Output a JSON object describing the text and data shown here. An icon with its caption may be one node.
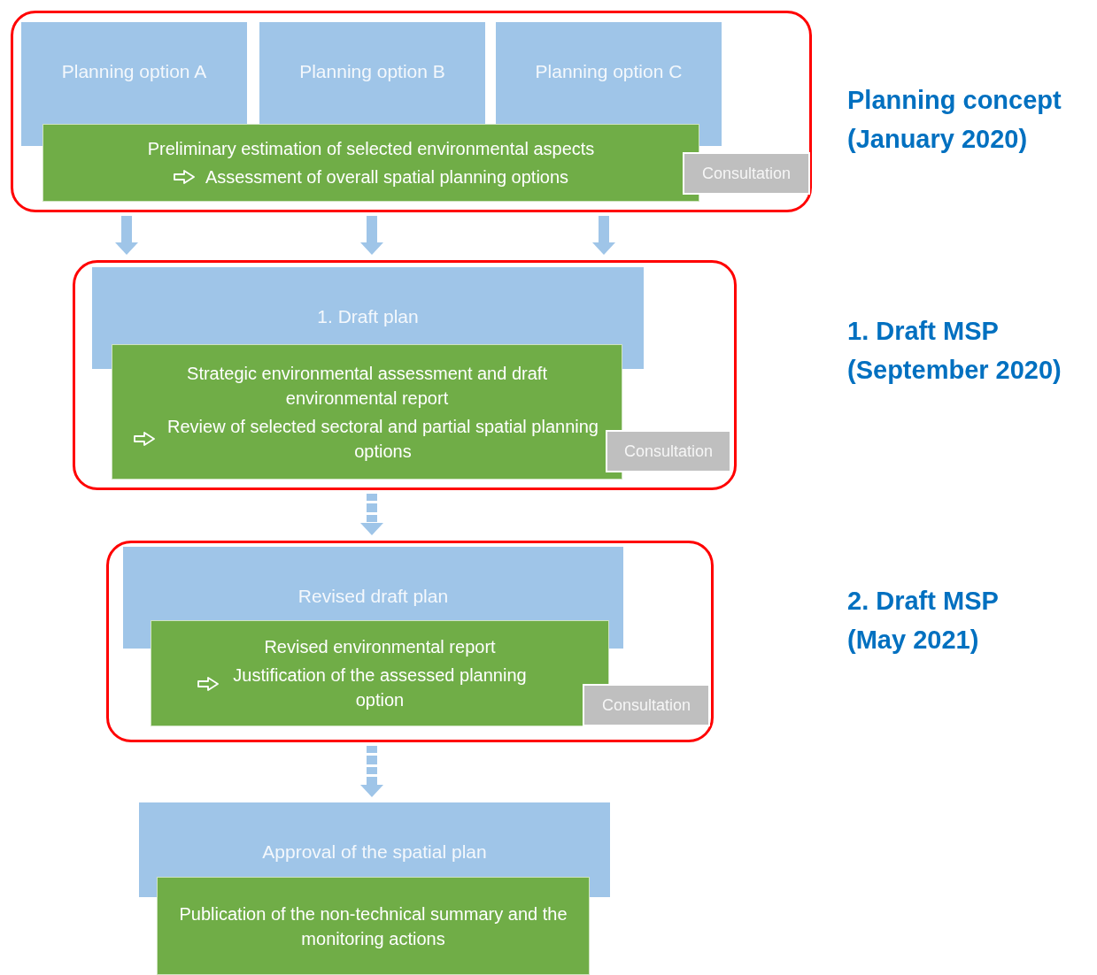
{
  "diagram": {
    "nodes": [
      {
        "text": [],
        "shape": "box"
      },
      {
        "text": [
          "Planning option A"
        ],
        "in": 0
      },
      {
        "text": [
          "Planning option B"
        ],
        "in": 0
      },
      {
        "text": [
          "Planning option C"
        ],
        "in": 0
      },
      {
        "text": [
          "Preliminary estimation of selected environmental aspects",
          "Assessment of overall spatial planning options"
        ],
        "in": 0
      },
      {
        "text": [
          "Consultation"
        ],
        "in": 0
      },
      {
        "text": [],
        "shape": "box"
      },
      {
        "text": [
          "1. Draft plan"
        ],
        "in": 6
      },
      {
        "text": [
          "Strategic environmental assessment and draft environmental report",
          "Review of selected sectoral and partial spatial planning options"
        ],
        "in": 6
      },
      {
        "text": [
          "Consultation"
        ],
        "in": 6
      },
      {
        "text": [],
        "shape": "box"
      },
      {
        "text": [
          "Revised draft plan"
        ],
        "in": 10
      },
      {
        "text": [
          "Revised environmental report",
          "Justification of the assessed planning option"
        ],
        "in": 10
      },
      {
        "text": [
          "Consultation"
        ],
        "in": 10
      },
      {
        "text": [
          "Approval of the spatial plan"
        ]
      },
      {
        "text": [
          "Publication of the non-technical summary and the monitoring actions"
        ]
      }
    ],
    "edges": [
      {
        "from": 0,
        "to": 6,
        "arrow": "to"
      },
      {
        "from": 0,
        "to": 6,
        "arrow": "to"
      },
      {
        "from": 0,
        "to": 6,
        "arrow": "to"
      },
      {
        "from": 6,
        "to": 10,
        "arrow": "to",
        "style": "dashed"
      },
      {
        "from": 10,
        "to": 14,
        "arrow": "to",
        "style": "dashed"
      }
    ],
    "labels": [
      "Planning concept",
      "(January 2020)",
      "1. Draft MSP",
      "(September 2020)",
      "2. Draft MSP",
      "(May 2021)"
    ]
  }
}
